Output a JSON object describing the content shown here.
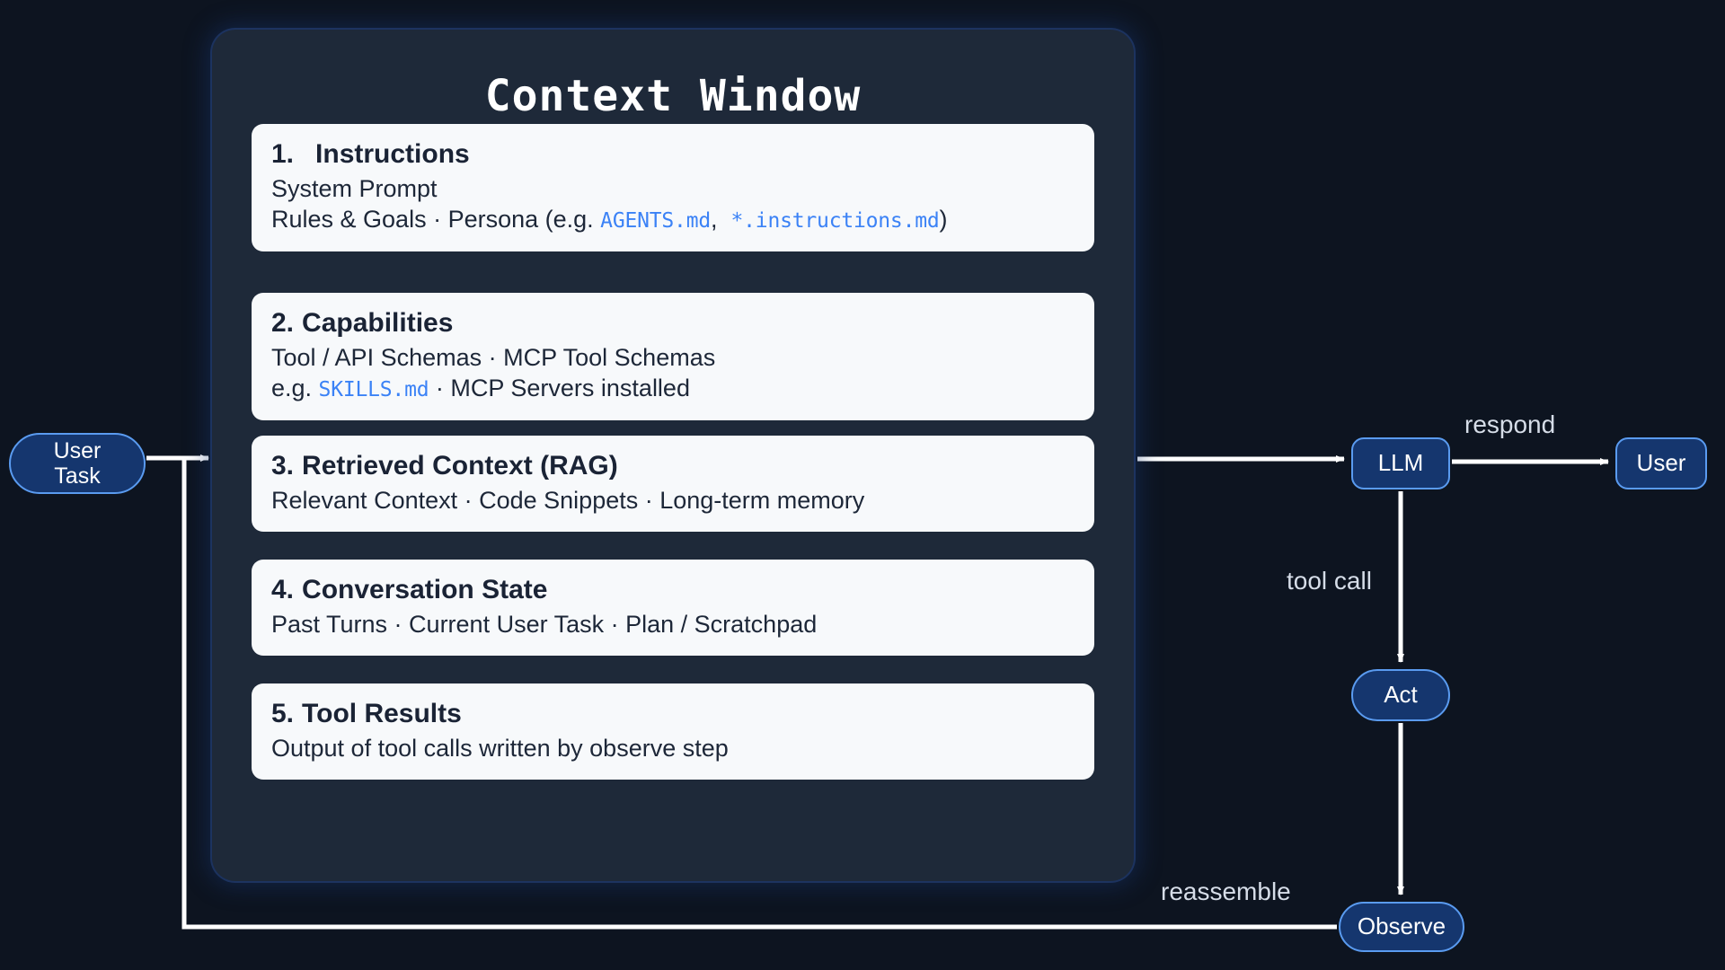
{
  "diagram": {
    "title": "Context Window",
    "background_color": "#0d1420",
    "panel_color": "#1e2939",
    "card_color": "#f7f9fb",
    "node_fill": "#15366e",
    "node_border": "#5a9bf0",
    "code_color": "#3b82f6",
    "wire_color": "#ffffff"
  },
  "cards": [
    {
      "number": "1.",
      "title": "Instructions",
      "line1": "System Prompt",
      "line2_pre": "Rules & Goals · Persona (e.g. ",
      "code1": "AGENTS.md",
      "line2_mid": ",  ",
      "code2": "*.instructions.md",
      "line2_post": ")"
    },
    {
      "number": "2.",
      "title": "Capabilities",
      "line1": "Tool / API Schemas · MCP Tool Schemas",
      "line2_pre": "e.g. ",
      "code1": "SKILLS.md",
      "line2_post": " · MCP Servers installed"
    },
    {
      "number": "3.",
      "title": "Retrieved Context (RAG)",
      "line1": "Relevant Context · Code Snippets · Long-term memory"
    },
    {
      "number": "4.",
      "title": "Conversation State",
      "line1": "Past Turns · Current User Task · Plan / Scratchpad"
    },
    {
      "number": "5.",
      "title": "Tool Results",
      "line1": "Output of tool calls written by observe step"
    }
  ],
  "nodes": {
    "user_task_line1": "User",
    "user_task_line2": "Task",
    "llm": "LLM",
    "user": "User",
    "act": "Act",
    "observe": "Observe"
  },
  "edge_labels": {
    "respond": "respond",
    "tool_call": "tool call",
    "reassemble": "reassemble"
  }
}
